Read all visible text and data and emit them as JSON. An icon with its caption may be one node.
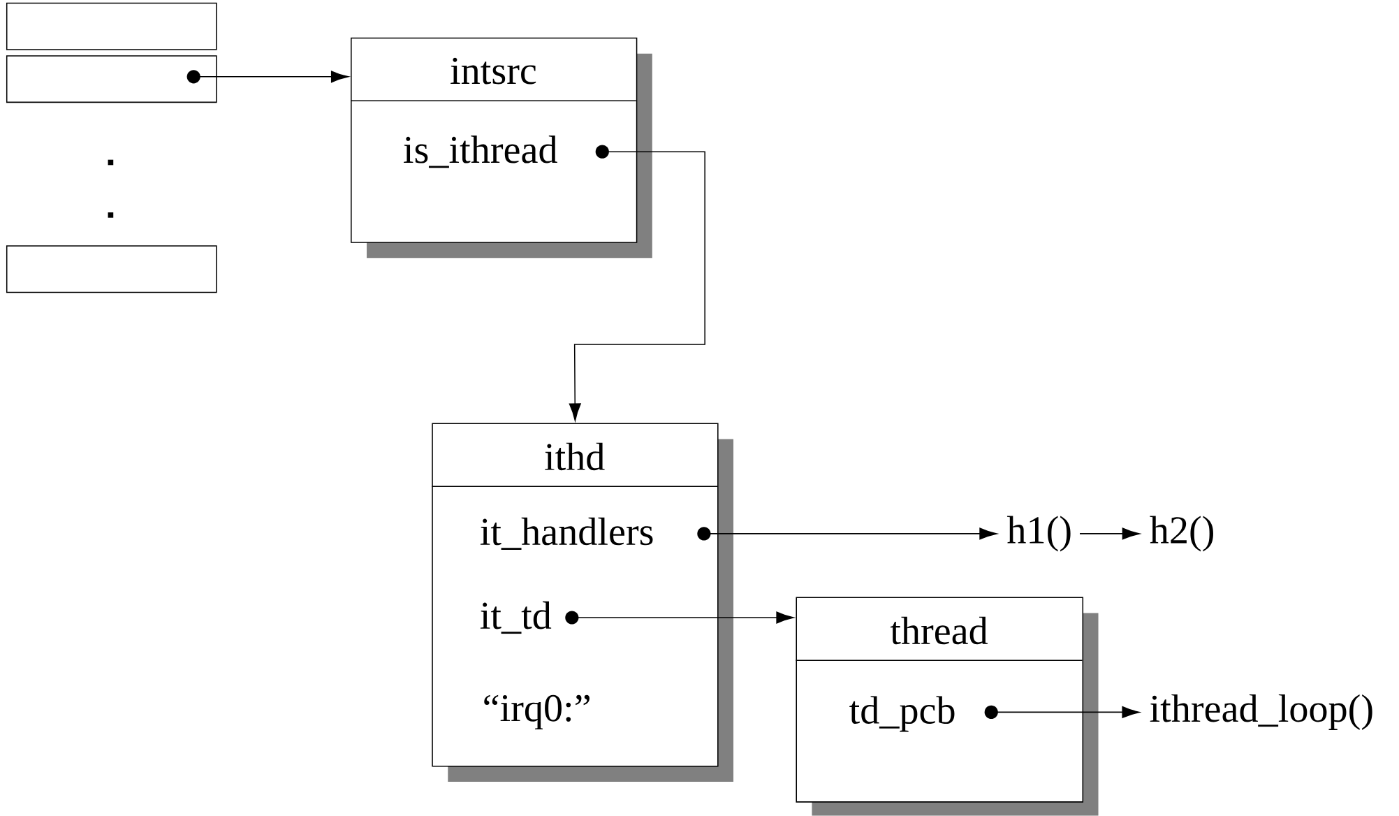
{
  "diagram": {
    "nodes": [
      {
        "text": [],
        "shape": "box"
      },
      {
        "text": [],
        "shape": "box"
      },
      {
        "text": [],
        "shape": "box"
      },
      {
        "text": [
          "intsrc",
          "is_ithread"
        ]
      },
      {
        "text": [
          "ithd",
          "it_handlers",
          "it_td",
          "“irq0:”"
        ]
      },
      {
        "text": [
          "h1()"
        ]
      },
      {
        "text": [
          "h2()"
        ]
      },
      {
        "text": [
          "thread",
          "td_pcb"
        ]
      },
      {
        "text": [
          "ithread_loop()"
        ]
      }
    ],
    "edges": [
      {
        "from": 1,
        "to": 3,
        "arrow": "to"
      },
      {
        "from": 3,
        "to": 4,
        "arrow": "to"
      },
      {
        "from": 4,
        "to": 5,
        "arrow": "to"
      },
      {
        "from": 5,
        "to": 6,
        "arrow": "to"
      },
      {
        "from": 4,
        "to": 7,
        "arrow": "to"
      },
      {
        "from": 7,
        "to": 8,
        "arrow": "to"
      }
    ]
  }
}
